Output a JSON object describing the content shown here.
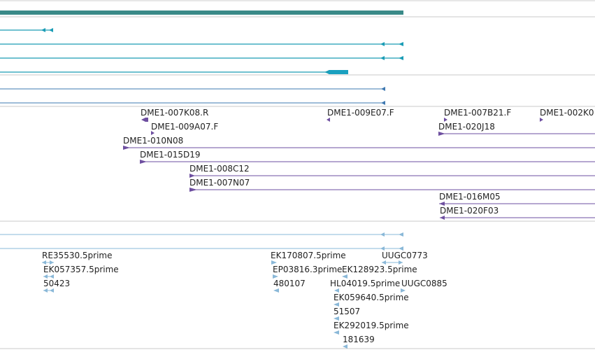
{
  "colors": {
    "separator": "#c8c8c8",
    "gene_bar": "#3a8a88",
    "transcript": "#1a9cb5",
    "clone": "#6e4fa0",
    "est": "#8ab8d8"
  },
  "clone_labels": [
    "DME1-007K08.R",
    "DME1-009A07.F",
    "DME1-010N08",
    "DME1-015D19",
    "DME1-008C12",
    "DME1-007N07",
    "DME1-009E07.F",
    "DME1-007B21.F",
    "DME1-002K0",
    "DME1-020J18",
    "DME1-016M05",
    "DME1-020F03"
  ],
  "est_labels": [
    "RE35530.5prime",
    "EK057357.5prime",
    "50423",
    "EK170807.5prime",
    "EP03816.3prime",
    "480107",
    "EK128923.5prime",
    "UUGC0773",
    "HL04019.5prime",
    "UUGC0885",
    "EK059640.5prime",
    "51507",
    "EK292019.5prime",
    "181639"
  ]
}
